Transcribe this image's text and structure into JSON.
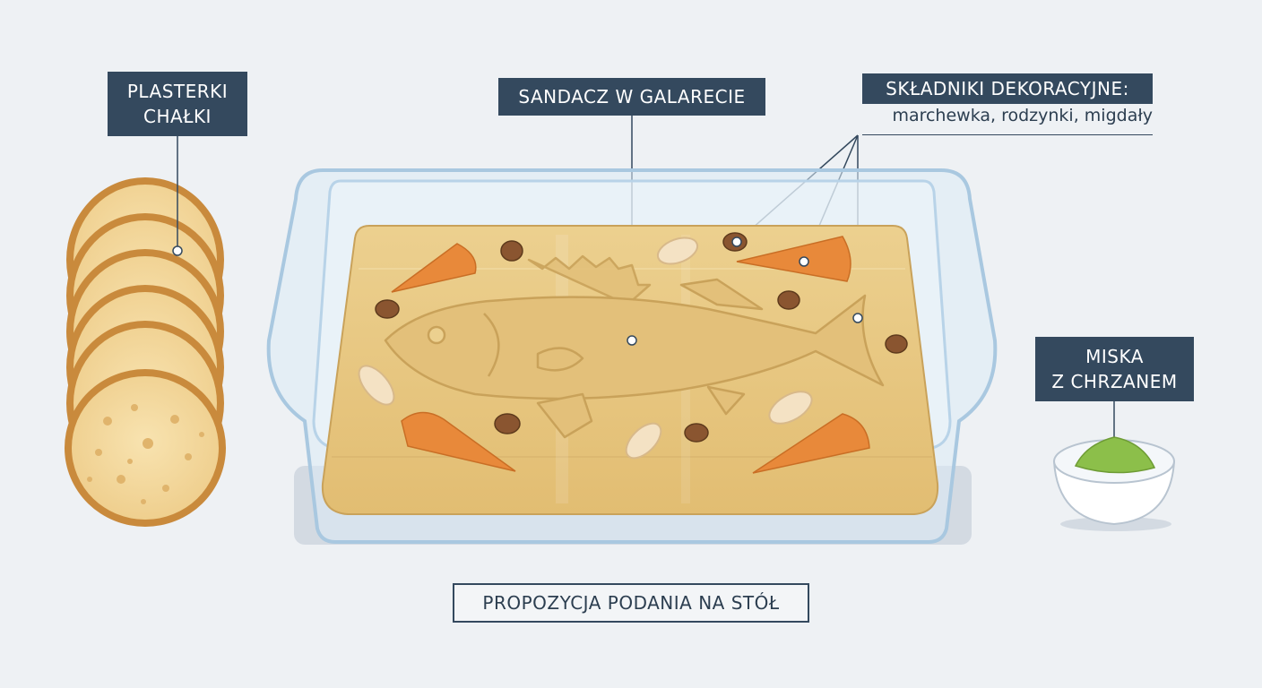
{
  "labels": {
    "chalka": [
      "PLASTERKI",
      "CHAŁKI"
    ],
    "sandacz": "SANDACZ W GALARECIE",
    "dekor_title": "SKŁADNIKI DEKORACYJNE:",
    "dekor_items": "marchewka, rodzynki, migdały",
    "miska": [
      "MISKA",
      "Z CHRZANEM"
    ]
  },
  "caption": "PROPOZYCJA PODANIA NA STÓŁ",
  "colors": {
    "background": "#eef1f4",
    "label_box": "#34495e",
    "label_text": "#ffffff",
    "bread_crust": "#c98a3c",
    "bread_crumb": "#f3d89c",
    "aspic": "#e8c784",
    "carrot": "#e8893a",
    "raisin": "#7a4a2a",
    "almond": "#f4e2c4",
    "horseradish": "#8cbf4a",
    "glass": "#cfe3f2"
  },
  "icons": [
    "bread-slices-icon",
    "glass-dish-icon",
    "fish-icon",
    "carrot-icon",
    "raisin-icon",
    "almond-icon",
    "sauce-bowl-icon"
  ]
}
